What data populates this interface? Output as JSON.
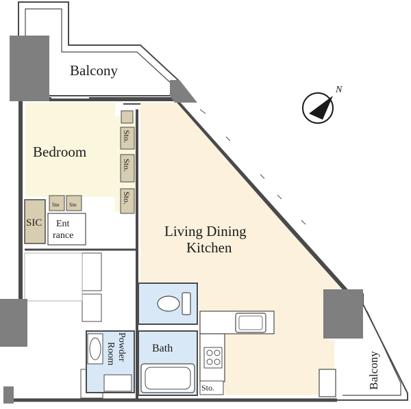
{
  "rooms": {
    "balcony_top": "Balcony",
    "bedroom": "Bedroom",
    "living_line1": "Living Dining",
    "living_line2": "Kitchen",
    "sic": "SIC",
    "entrance_line1": "Ent",
    "entrance_line2": "rance",
    "bath": "Bath",
    "powder_line1": "Powder",
    "powder_line2": "Room",
    "balcony_right": "Balcony"
  },
  "storage": {
    "label": "Sto.",
    "bedroom_1": "Sto.",
    "bedroom_2": "Sto.",
    "bedroom_3": "Sto.",
    "small_1": "Sto",
    "small_2": "Sto",
    "kitchen": "Sto."
  },
  "compass": {
    "north": "N"
  },
  "colors": {
    "living": "#fbf1dc",
    "bedroom": "#fbf7de",
    "wet": "#d9e8f6",
    "storage": "#d7cdb0",
    "pillar": "#7f7f7f",
    "wall": "#4a4a4a"
  }
}
